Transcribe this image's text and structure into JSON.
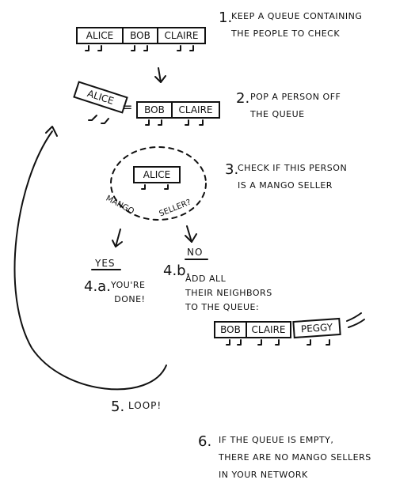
{
  "steps": {
    "s1": {
      "num": "1.",
      "text": "KEEP A QUEUE CONTAINING\nTHE PEOPLE TO CHECK"
    },
    "s2": {
      "num": "2.",
      "text": "POP A PERSON OFF\nTHE QUEUE"
    },
    "s3": {
      "num": "3.",
      "text": "CHECK IF THIS PERSON\nIS A MANGO SELLER"
    },
    "s4a": {
      "num": "4.a.",
      "text": "YOU'RE\nDONE!"
    },
    "s4b": {
      "num": "4.b.",
      "text": "ADD ALL\nTHEIR NEIGHBORS\nTO THE QUEUE:"
    },
    "s5": {
      "num": "5.",
      "text": "LOOP!"
    },
    "s6": {
      "num": "6.",
      "text": "IF THE QUEUE IS EMPTY,\nTHERE ARE NO MANGO SELLERS\nIN YOUR NETWORK"
    }
  },
  "queue1": [
    "ALICE",
    "BOB",
    "CLAIRE"
  ],
  "popped": "ALICE",
  "equals": "=",
  "queue2": [
    "BOB",
    "CLAIRE"
  ],
  "check_person": "ALICE",
  "question": {
    "left": "MANGO",
    "right": "SELLER?"
  },
  "answers": {
    "yes": "YES",
    "no": "NO"
  },
  "queue3": [
    "BOB",
    "CLAIRE",
    "PEGGY"
  ]
}
